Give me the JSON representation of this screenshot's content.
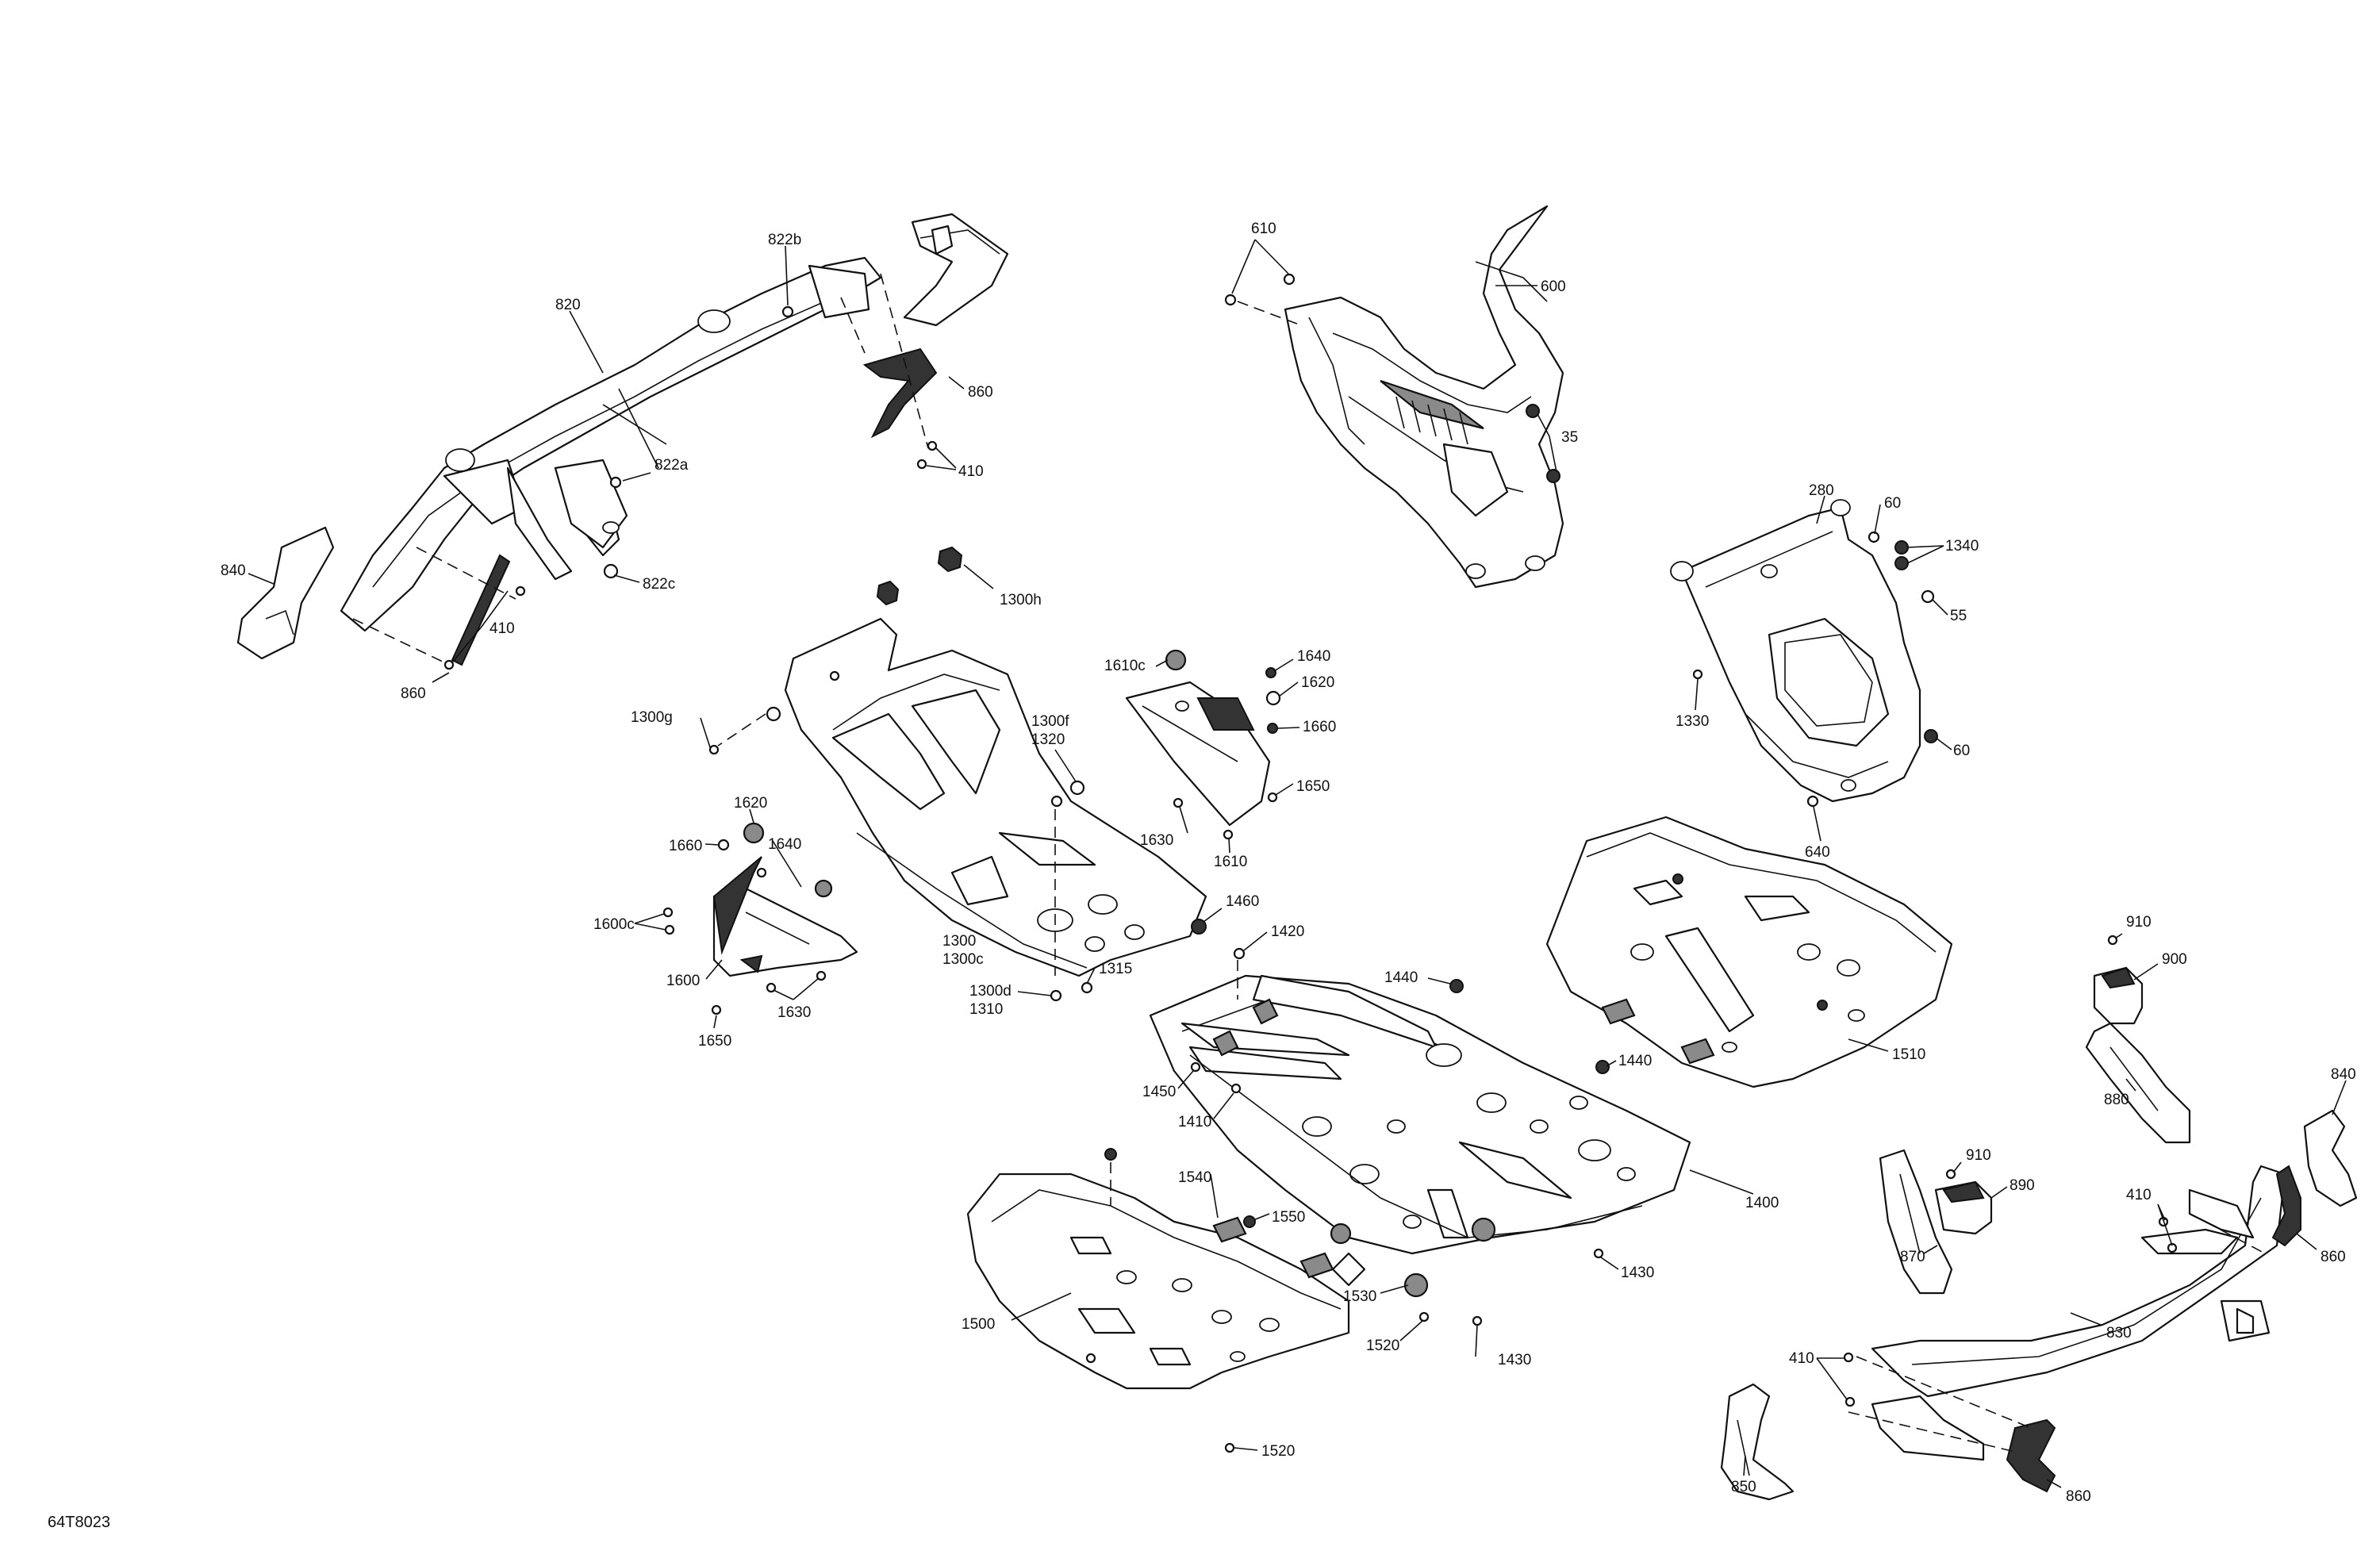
{
  "diagram": {
    "code": "64T8023",
    "labels": {
      "l820": "820",
      "l822b": "822b",
      "l822a": "822a",
      "l822c": "822c",
      "l840a": "840",
      "l840b": "840",
      "l860a": "860",
      "l860b": "860",
      "l860c": "860",
      "l860d": "860",
      "l410a": "410",
      "l410b": "410",
      "l410c": "410",
      "l410d": "410",
      "l610": "610",
      "l600": "600",
      "l35": "35",
      "l1300h": "1300h",
      "l1300g": "1300g",
      "l1300f": "1300f",
      "l1320": "1320",
      "l1300": "1300",
      "l1300c": "1300c",
      "l1300d": "1300d",
      "l1310": "1310",
      "l1315": "1315",
      "l1610c": "1610c",
      "l1640a": "1640",
      "l1640b": "1640",
      "l1620a": "1620",
      "l1620b": "1620",
      "l1660a": "1660",
      "l1660b": "1660",
      "l1650a": "1650",
      "l1650b": "1650",
      "l1630a": "1630",
      "l1630b": "1630",
      "l1610": "1610",
      "l1600c": "1600c",
      "l1600": "1600",
      "l280": "280",
      "l60a": "60",
      "l60b": "60",
      "l1340": "1340",
      "l55": "55",
      "l1330": "1330",
      "l640": "640",
      "l1460": "1460",
      "l1420": "1420",
      "l1440a": "1440",
      "l1440b": "1440",
      "l1450": "1450",
      "l1410": "1410",
      "l1400": "1400",
      "l1430a": "1430",
      "l1430b": "1430",
      "l1510": "1510",
      "l1540": "1540",
      "l1550": "1550",
      "l1530": "1530",
      "l1520a": "1520",
      "l1520b": "1520",
      "l1500": "1500",
      "l910a": "910",
      "l910b": "910",
      "l900": "900",
      "l880": "880",
      "l890": "890",
      "l870": "870",
      "l830": "830",
      "l850": "850"
    }
  }
}
